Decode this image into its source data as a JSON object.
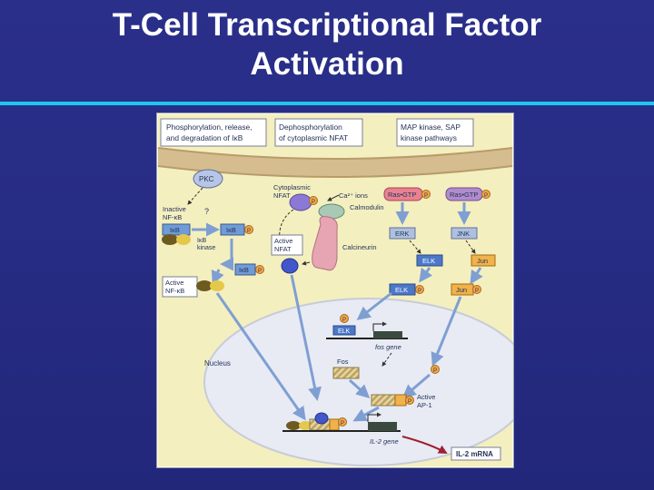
{
  "slide": {
    "title_line1": "T-Cell Transcriptional Factor",
    "title_line2": "Activation"
  },
  "colors": {
    "background": "#262b82",
    "title_text": "#ffffff",
    "rule": "#1ec6ee",
    "membrane": "#d6bd8f",
    "cytoplasm": "#f4efbf",
    "nucleus": "#e8ebf4",
    "arrow_blue": "#7f9fd3",
    "mrna_arrow": "#9e2033",
    "phospho": "#f2a646"
  },
  "diagram": {
    "box_ikb": [
      "Phosphorylation, release,",
      "and degradation of IκB"
    ],
    "box_nfat": [
      "Dephosphorylation",
      "of cytoplasmic NFAT"
    ],
    "box_map": [
      "MAP kinase, SAP",
      "kinase pathways"
    ],
    "pkc": "PKC",
    "inactive_nfkb": [
      "Inactive",
      "NF-κB"
    ],
    "ikb": "IκB",
    "ikb_kinase": [
      "IκB",
      "kinase"
    ],
    "question": "?",
    "cytoplasmic_nfat": [
      "Cytoplasmic",
      "NFAT"
    ],
    "ca_ions": "Ca²⁺ ions",
    "calmodulin": "Calmodulin",
    "calcineurin": "Calcineurin",
    "active_nfat": [
      "Active",
      "NFAT"
    ],
    "ras_gtp_1": "Ras•GTP",
    "ras_gtp_2": "Ras•GTP",
    "erk": "ERK",
    "jnk": "JNK",
    "elk_1": "ELK",
    "elk_2": "ELK",
    "elk_3": "ELK",
    "jun_1": "Jun",
    "jun_2": "Jun",
    "active_nfkb": [
      "Active",
      "NF-κB"
    ],
    "p": "P",
    "fos_gene": "fos gene",
    "fos": "Fos",
    "nucleus": "Nucleus",
    "active_ap1": [
      "Active",
      "AP-1"
    ],
    "il2_gene": "IL-2 gene",
    "il2_mrna": "IL-2 mRNA"
  }
}
